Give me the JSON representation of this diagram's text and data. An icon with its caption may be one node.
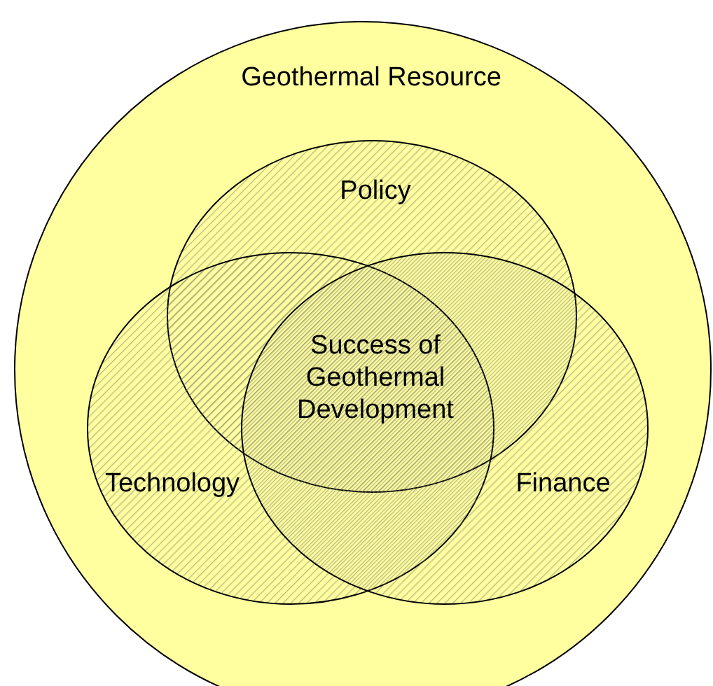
{
  "diagram": {
    "nodes": [
      {
        "text": [
          "Geothermal Resource"
        ]
      },
      {
        "text": [
          "Policy"
        ],
        "in": 0
      },
      {
        "text": [
          "Technology"
        ],
        "in": 0
      },
      {
        "text": [
          "Finance"
        ],
        "in": 0
      }
    ],
    "labels": [
      "Success of Geothermal Development"
    ]
  }
}
